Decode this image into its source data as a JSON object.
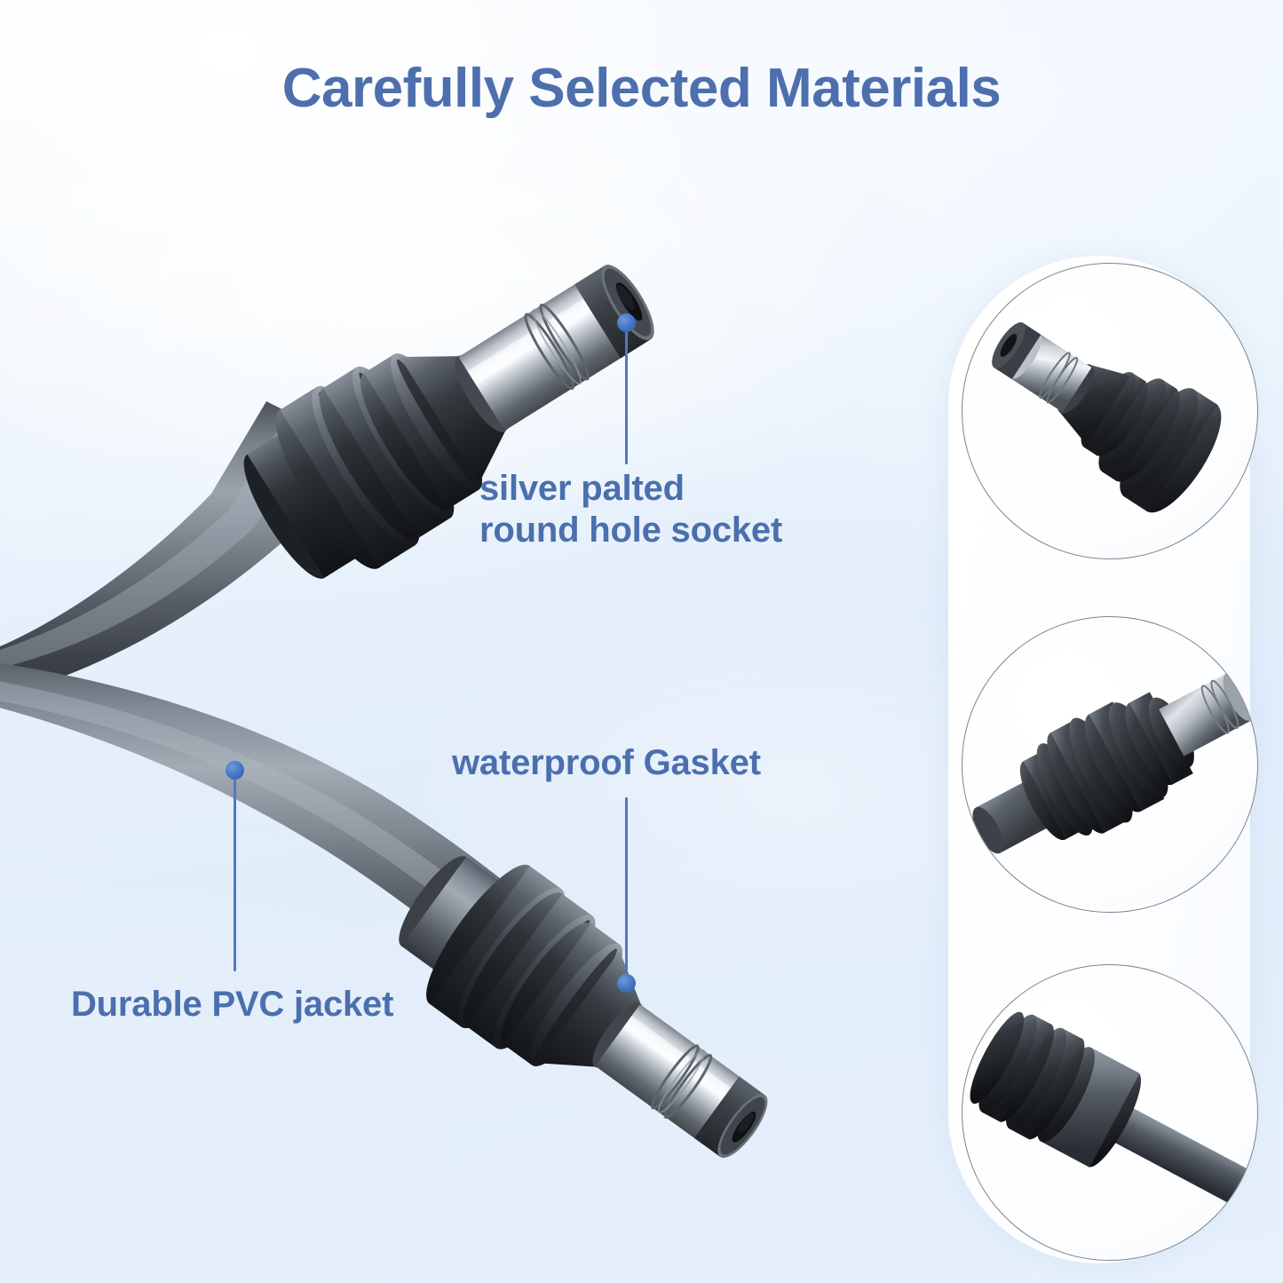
{
  "page": {
    "title": "Carefully Selected Materials",
    "background_top_color": "#f3f8fe",
    "background_mid_color": "#e0ecfa",
    "title_color": "#4d6fae"
  },
  "callouts": [
    {
      "id": "socket",
      "label": "silver palted\nround hole socket",
      "line_color": "#4f79bf",
      "dot_color": "#3f6fc0"
    },
    {
      "id": "gasket",
      "label": "waterproof Gasket",
      "line_color": "#4f79bf",
      "dot_color": "#3f6fc0"
    },
    {
      "id": "pvc",
      "label": "Durable PVC jacket",
      "line_color": "#4f79bf",
      "dot_color": "#3f6fc0"
    }
  ],
  "detail_panel": {
    "circles": [
      {
        "id": "detail-1",
        "caption": ""
      },
      {
        "id": "detail-2",
        "caption": ""
      },
      {
        "id": "detail-3",
        "caption": ""
      }
    ],
    "panel_color": "#ffffff",
    "border_color": "#7e848c"
  },
  "product": {
    "metal_color": "#c9ced4",
    "rubber_color": "#2f3338",
    "cable_color": "#6d757e"
  }
}
